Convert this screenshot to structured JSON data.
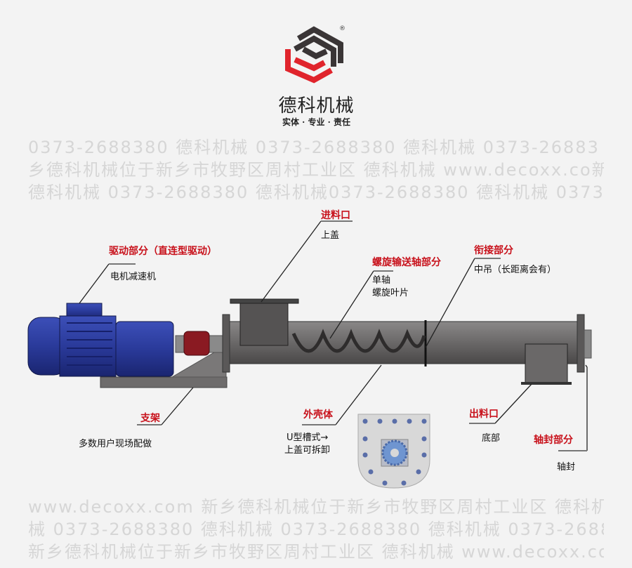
{
  "brand": {
    "logo": "decoxx-logo",
    "name": "德科机械",
    "slogan": "实体 · 专业 · 责任",
    "registered_mark": "®",
    "colors": {
      "red": "#e0242c",
      "dark": "#3a3536"
    }
  },
  "watermarks": [
    "0373-2688380  德科机械 0373-2688380  德科机械 0373-26883",
    "乡德科机械位于新乡市牧野区周村工业区 德科机械 www.decoxx.co新",
    "德科机械 0373-2688380 德科机械0373-2688380  德科机械 0373",
    "www.decoxx.com  新乡德科机械位于新乡市牧野区周村工业区 德科机械",
    "械 0373-2688380  德科机械 0373-2688380 德科机械 0373-2688",
    "新乡德科机械位于新乡市牧野区周村工业区 德科机械 www.decoxx.co新"
  ],
  "labels": {
    "inlet": {
      "title": "进料口",
      "desc": "上盖"
    },
    "drive": {
      "title": "驱动部分（直连型驱动）",
      "desc": "电机减速机"
    },
    "screw": {
      "title": "螺旋输送轴部分",
      "desc1": "单轴",
      "desc2": "螺旋叶片"
    },
    "joint": {
      "title": "衔接部分",
      "desc": "中吊（长距离会有）"
    },
    "frame": {
      "title": "支架",
      "desc": "多数用户现场配做"
    },
    "shell": {
      "title": "外壳体",
      "desc1": "U型槽式→",
      "desc2": "上盖可拆卸"
    },
    "outlet": {
      "title": "出料口",
      "desc": "底部"
    },
    "seal": {
      "title": "轴封部分",
      "desc": "轴封"
    }
  },
  "colors": {
    "label_red": "#c8111b",
    "motor_blue": "#2a3a9a",
    "coupling_red": "#8a1a22",
    "body_gray": "#6a6868",
    "section_blue": "#6f95d0"
  }
}
